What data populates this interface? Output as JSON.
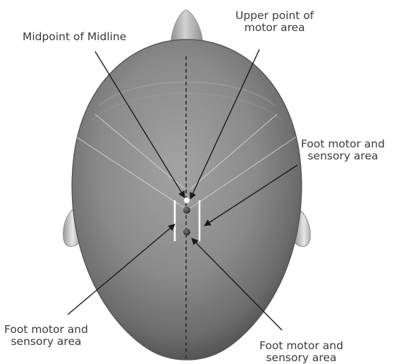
{
  "labels": {
    "midpoint": "Midpoint of Midline",
    "upper_point": [
      "Upper point of",
      "motor area"
    ],
    "foot_right": [
      "Foot motor and",
      "sensory area"
    ],
    "foot_left": [
      "Foot motor and",
      "sensory area"
    ],
    "foot_bottom": [
      "Foot motor and",
      "sensory area"
    ]
  }
}
